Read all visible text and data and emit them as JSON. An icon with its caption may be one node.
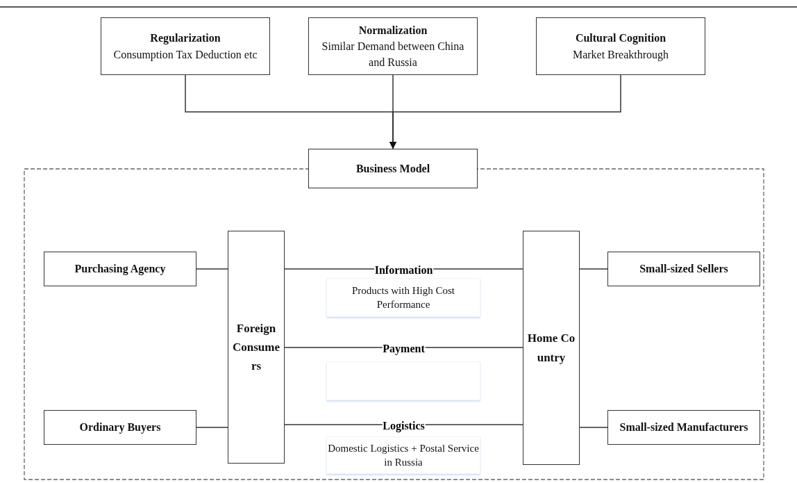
{
  "diagram": {
    "nodes": [
      {
        "text": [
          "Regularization",
          "Consumption Tax Deduction etc"
        ]
      },
      {
        "text": [
          "Normalization",
          "Similar Demand between China and Russia"
        ]
      },
      {
        "text": [
          "Cultural Cognition",
          "Market Breakthrough"
        ]
      },
      {
        "text": [
          "Business Model"
        ]
      },
      {
        "text": [
          "Purchasing Agency"
        ]
      },
      {
        "text": [
          "Foreign Consumers"
        ]
      },
      {
        "text": [
          "Home Country"
        ]
      },
      {
        "text": [
          "Small-sized Sellers"
        ]
      },
      {
        "text": [
          "Ordinary Buyers"
        ]
      },
      {
        "text": [
          "Small-sized Manufacturers"
        ]
      },
      {
        "text": [
          "Products with High Cost Performance"
        ]
      },
      {
        "text": [],
        "shape": "box"
      },
      {
        "text": [
          "Domestic Logistics + Postal Service in Russia"
        ]
      }
    ],
    "edges": [
      {
        "from": 0,
        "to": 3,
        "arrow": "to"
      },
      {
        "from": 1,
        "to": 3,
        "arrow": "to"
      },
      {
        "from": 2,
        "to": 3,
        "arrow": "to"
      },
      {
        "from": 4,
        "to": 5,
        "arrow": "none"
      },
      {
        "from": 8,
        "to": 5,
        "arrow": "none"
      },
      {
        "from": 5,
        "to": 6,
        "arrow": "none",
        "label": "Information"
      },
      {
        "from": 5,
        "to": 6,
        "arrow": "none",
        "label": "Payment"
      },
      {
        "from": 5,
        "to": 6,
        "arrow": "none",
        "label": "Logistics"
      },
      {
        "from": 6,
        "to": 7,
        "arrow": "none"
      },
      {
        "from": 6,
        "to": 9,
        "arrow": "none"
      }
    ]
  }
}
